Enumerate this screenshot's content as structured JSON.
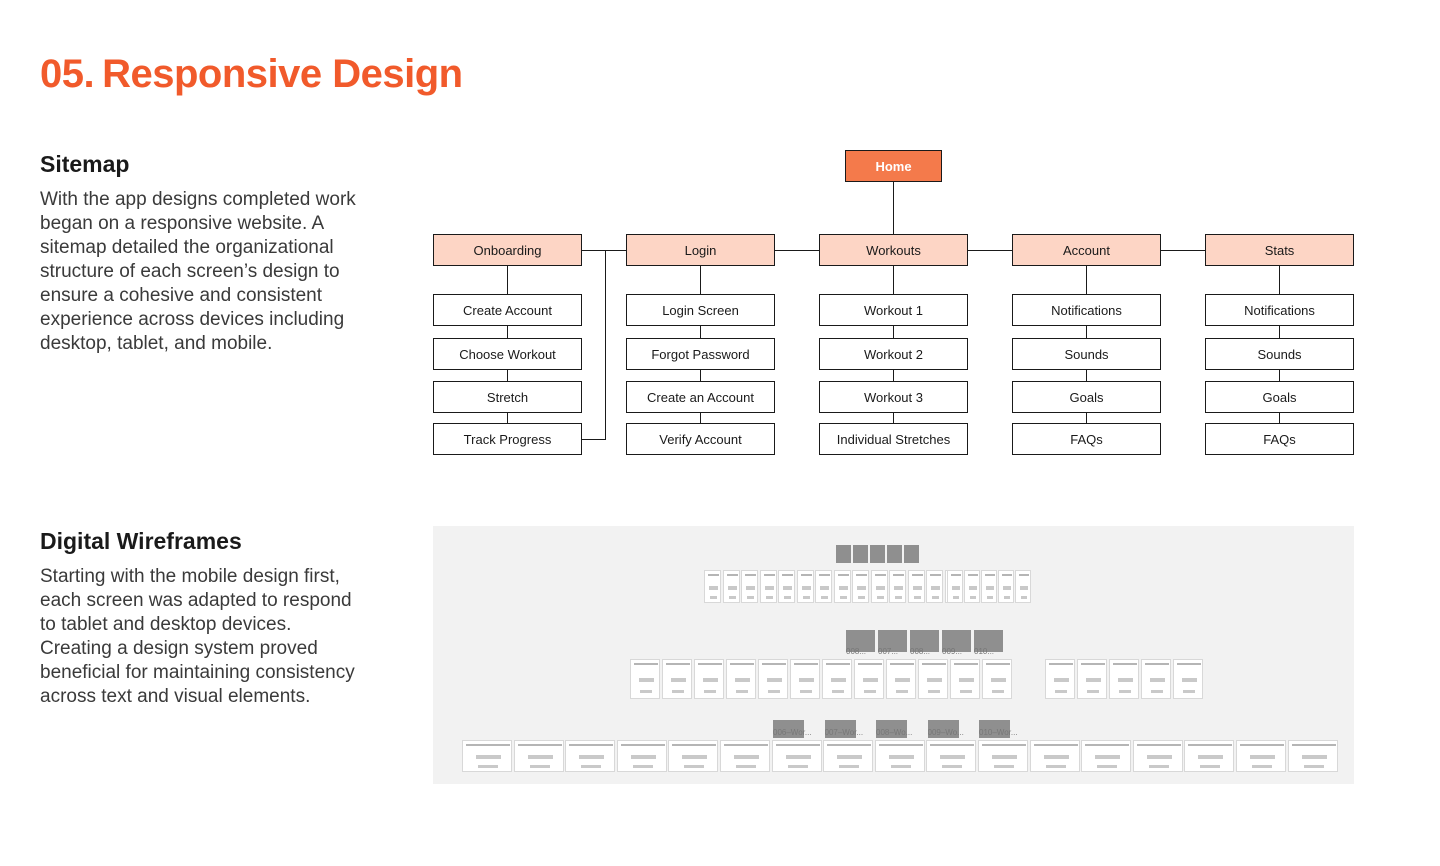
{
  "page": {
    "title_number": "05.",
    "title_text": "Responsive Design",
    "accent_color": "#F15A2B"
  },
  "sitemap": {
    "heading": "Sitemap",
    "body": "With the app designs completed work began on a responsive website. A sitemap detailed the organizational structure of each screen’s design to ensure a cohesive and consistent experience across devices including desktop, tablet, and mobile.",
    "colors": {
      "root_fill": "#F47A4B",
      "category_fill": "#FDD5C5",
      "line": "#1a1a1a"
    },
    "root": "Home",
    "categories": [
      {
        "label": "Onboarding",
        "children": [
          "Create Account",
          "Choose Workout",
          "Stretch",
          "Track Progress"
        ]
      },
      {
        "label": "Login",
        "children": [
          "Login Screen",
          "Forgot Password",
          "Create an Account",
          "Verify Account"
        ]
      },
      {
        "label": "Workouts",
        "children": [
          "Workout 1",
          "Workout 2",
          "Workout 3",
          "Individual Stretches"
        ]
      },
      {
        "label": "Account",
        "children": [
          "Notifications",
          "Sounds",
          "Goals",
          "FAQs"
        ]
      },
      {
        "label": "Stats",
        "children": [
          "Notifications",
          "Sounds",
          "Goals",
          "FAQs"
        ]
      }
    ]
  },
  "wireframes": {
    "heading": "Digital Wireframes",
    "body": "Starting with the mobile design first, each screen was adapted to respond to tablet and desktop devices. Creating a design system proved beneficial for maintaining consistency across text and visual elements.",
    "tablet_labels": [
      "008...",
      "007...",
      "008...",
      "009...",
      "010..."
    ],
    "desktop_labels": [
      "006–Wor...",
      "007–Wor...",
      "008–Wo...",
      "009–Wo...",
      "010–Wor..."
    ]
  }
}
